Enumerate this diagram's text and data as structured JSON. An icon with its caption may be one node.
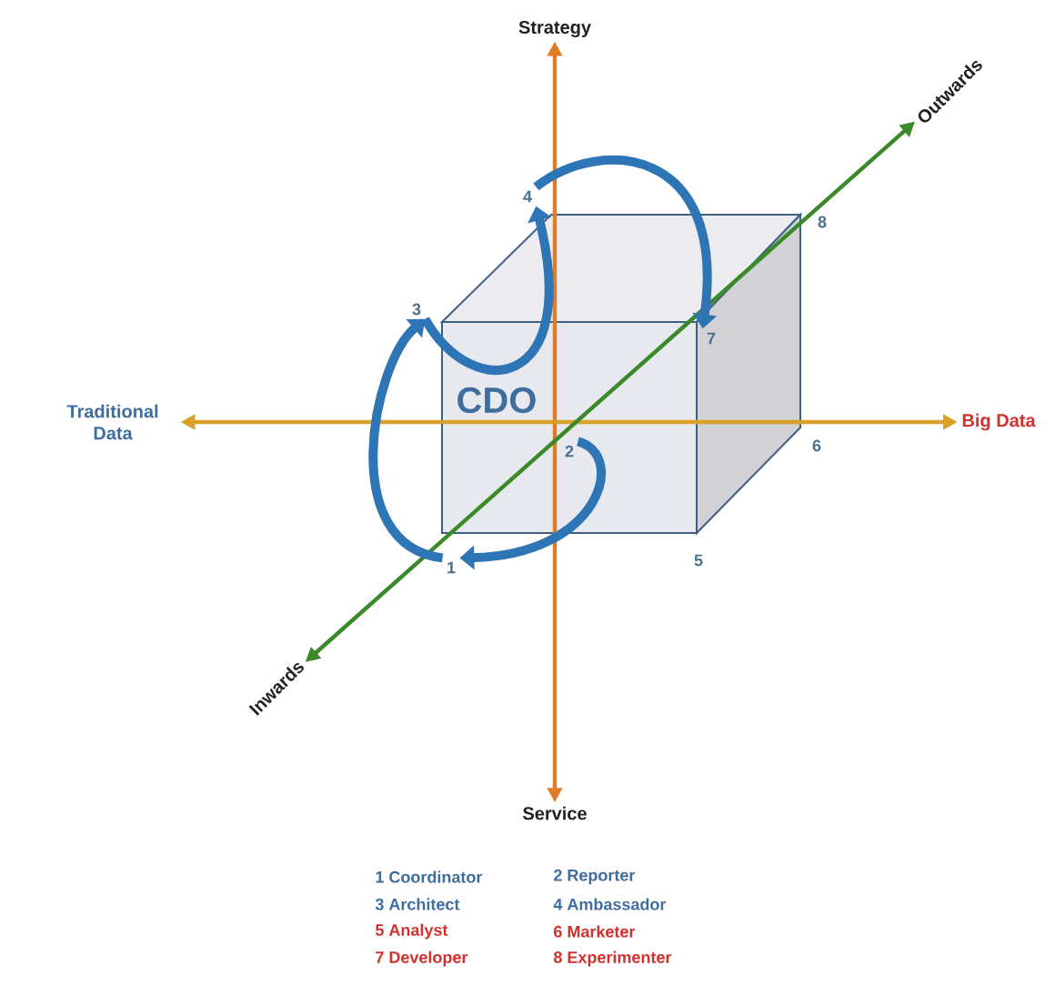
{
  "diagram": {
    "nodes": [
      {
        "text": [
          "CDO"
        ]
      },
      {
        "text": [
          "1"
        ]
      },
      {
        "text": [
          "2"
        ]
      },
      {
        "text": [
          "3"
        ]
      },
      {
        "text": [
          "4"
        ]
      },
      {
        "text": [
          "5"
        ]
      },
      {
        "text": [
          "6"
        ]
      },
      {
        "text": [
          "7"
        ]
      },
      {
        "text": [
          "8"
        ]
      },
      {
        "text": [
          "Strategy"
        ]
      },
      {
        "text": [
          "Service"
        ]
      },
      {
        "text": [
          "Traditional Data"
        ]
      },
      {
        "text": [
          "Big Data"
        ]
      },
      {
        "text": [
          "Outwards"
        ]
      },
      {
        "text": [
          "Inwards"
        ]
      }
    ],
    "edges": [
      {
        "from": 9,
        "to": 10,
        "arrow": "both",
        "color": "#e07b28"
      },
      {
        "from": 11,
        "to": 12,
        "arrow": "both",
        "color": "#d9a02a"
      },
      {
        "from": 14,
        "to": 13,
        "arrow": "both",
        "color": "#3a8a2a"
      },
      {
        "from": 1,
        "to": 3,
        "arrow": "to"
      },
      {
        "from": 3,
        "to": 4,
        "arrow": "to"
      },
      {
        "from": 4,
        "to": 7,
        "arrow": "to"
      },
      {
        "from": 2,
        "to": 1,
        "arrow": "to"
      }
    ],
    "labels": [
      "1 Coordinator",
      "2 Reporter",
      "3 Architect",
      "4 Ambassador",
      "5 Analyst",
      "6 Marketer",
      "7 Developer",
      "8 Experimenter"
    ]
  }
}
